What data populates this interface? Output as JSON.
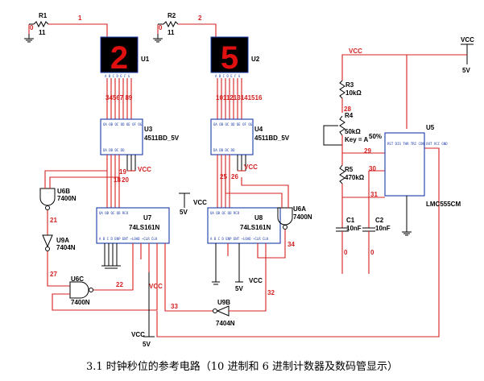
{
  "caption": "3.1 时钟秒位的参考电路（10 进制和 6 进制计数器及数码管显示）",
  "components": {
    "R1": {
      "name": "R1",
      "value": "11"
    },
    "R2": {
      "name": "R2",
      "value": "11"
    },
    "R3": {
      "name": "R3",
      "value": "10kΩ"
    },
    "R4": {
      "name": "R4",
      "value": "50kΩ",
      "key": "Key = A",
      "percent": "50%"
    },
    "R5": {
      "name": "R5",
      "value": "470kΩ"
    },
    "C1": {
      "name": "C1",
      "value": "10nF"
    },
    "C2": {
      "name": "C2",
      "value": "10nF"
    },
    "U1": {
      "name": "U1",
      "digit": "2"
    },
    "U2": {
      "name": "U2",
      "digit": "5"
    },
    "U3": {
      "name": "U3",
      "part": "4511BD_5V"
    },
    "U4": {
      "name": "U4",
      "part": "4511BD_5V"
    },
    "U5": {
      "name": "U5",
      "part": "LMC555CM"
    },
    "U6A": {
      "name": "U6A",
      "part": "7400N"
    },
    "U6B": {
      "name": "U6B",
      "part": "7400N"
    },
    "U6C": {
      "name": "U6C",
      "part": "7400N"
    },
    "U7": {
      "name": "U7",
      "part": "74LS161N"
    },
    "U8": {
      "name": "U8",
      "part": "74LS161N"
    },
    "U9A": {
      "name": "U9A",
      "part": "7404N"
    },
    "U9B": {
      "name": "U9B",
      "part": "7404N"
    }
  },
  "power": {
    "vcc": "VCC",
    "v5": "5V"
  },
  "nets": {
    "n1": "1",
    "n2": "2",
    "n0": "0",
    "u3_bus": "34567 89",
    "u4_bus": "1011213141516",
    "n19": "19",
    "n18": "18",
    "n20": "20",
    "n25": "25",
    "n26": "26",
    "n21": "21",
    "n27": "27",
    "n22": "22",
    "n33": "33",
    "n32": "32",
    "n34": "34",
    "n28": "28",
    "n29": "29",
    "n30": "30",
    "n31": "31"
  },
  "pin_labels": {
    "display": "A B C D E F G",
    "u3_in": "DA DB DC DD",
    "u3_out": "OA OB OC OD OE OF OG",
    "counter": "QA QB QC QD RCO",
    "counter_in": "A B C D ENP ENT ~LOAD ~CLR CLK",
    "u5_pins": "RST DIS THR TRI CON OUT VCC GND"
  }
}
